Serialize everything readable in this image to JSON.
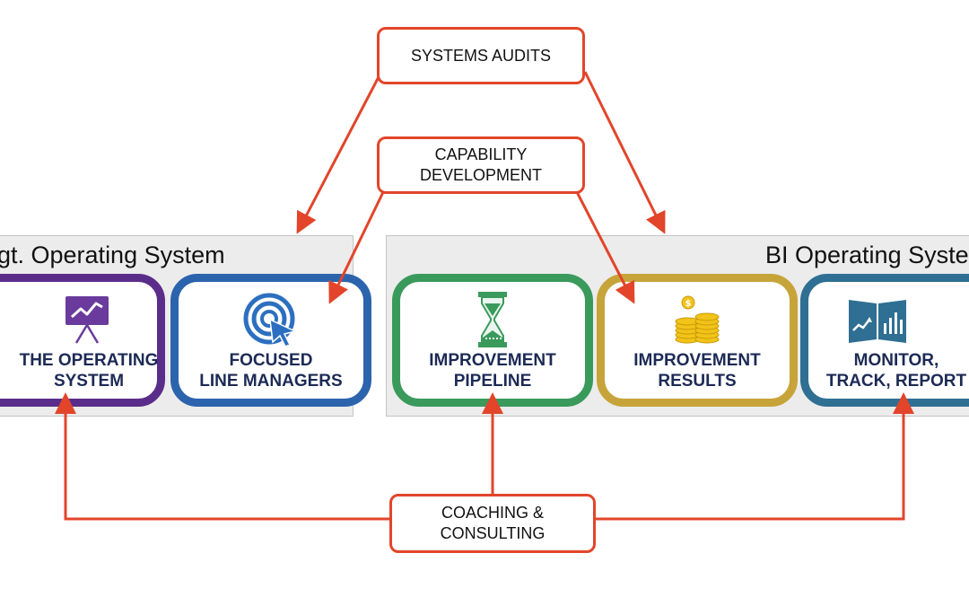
{
  "panels": {
    "left": {
      "title": "gt. Operating System"
    },
    "right": {
      "title": "BI Operating Syste"
    }
  },
  "cards": [
    {
      "id": "operating-system",
      "line1": "THE OPERATING",
      "line2": "SYSTEM",
      "border": "#5b2d8a",
      "icon": "chart-easel-icon"
    },
    {
      "id": "line-managers",
      "line1": "FOCUSED",
      "line2": "LINE MANAGERS",
      "border": "#2c63ad",
      "icon": "target-cursor-icon"
    },
    {
      "id": "improvement-pipeline",
      "line1": "IMPROVEMENT",
      "line2": "PIPELINE",
      "border": "#3a9a5c",
      "icon": "hourglass-icon"
    },
    {
      "id": "improvement-results",
      "line1": "IMPROVEMENT",
      "line2": "RESULTS",
      "border": "#c7a43a",
      "icon": "coins-icon"
    },
    {
      "id": "monitor-track-report",
      "line1": "MONITOR,",
      "line2": "TRACK, REPORT",
      "border": "#2f6f93",
      "icon": "dashboard-screen-icon"
    }
  ],
  "notes": {
    "systems_audits": {
      "line1": "SYSTEMS AUDITS"
    },
    "capability_development": {
      "line1": "CAPABILITY",
      "line2": "DEVELOPMENT"
    },
    "coaching_consulting": {
      "line1": "COACHING &",
      "line2": "CONSULTING"
    }
  },
  "colors": {
    "arrow": "#e2452a",
    "panel_bg": "#ececec",
    "label_text": "#1c2a55"
  }
}
